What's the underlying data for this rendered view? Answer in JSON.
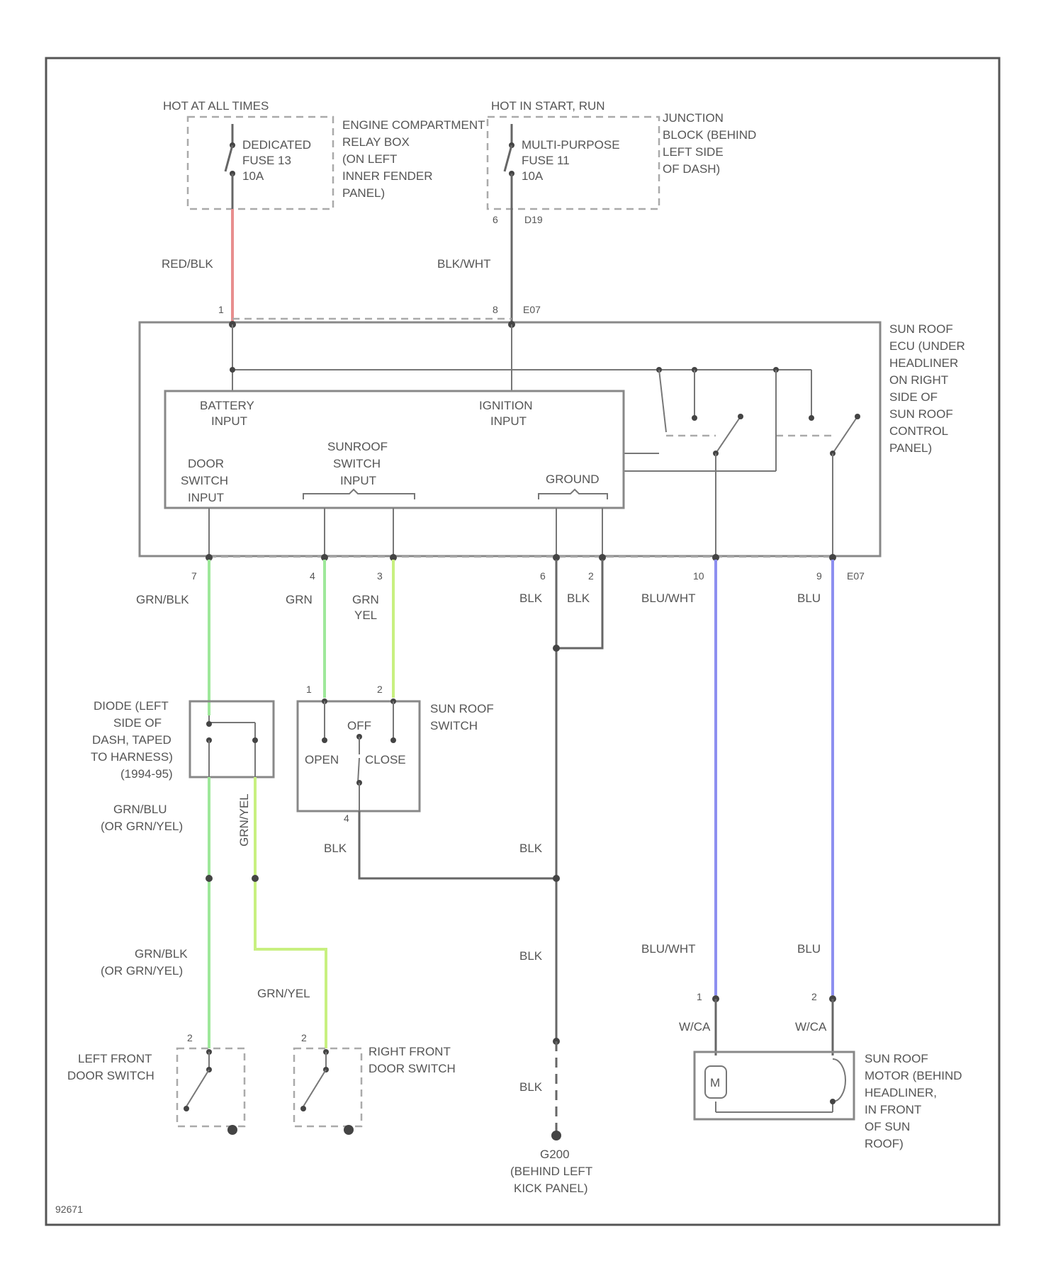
{
  "fuse_blocks": {
    "hot_at_all_times": "HOT AT ALL TIMES",
    "hot_in_start_run": "HOT IN START, RUN",
    "dedicated_fuse": [
      "DEDICATED",
      "FUSE 13",
      "10A"
    ],
    "multi_purpose_fuse": [
      "MULTI-PURPOSE",
      "FUSE 11",
      "10A"
    ],
    "engine_compartment_relay_box": [
      "ENGINE COMPARTMENT",
      "RELAY BOX",
      "(ON LEFT",
      "INNER FENDER",
      "PANEL)"
    ],
    "junction_block": [
      "JUNCTION",
      "BLOCK (BEHIND",
      "LEFT SIDE",
      "OF DASH)"
    ],
    "connector_d19": "D19",
    "pin_6": "6"
  },
  "top_wires": {
    "red_blk": "RED/BLK",
    "blk_wht": "BLK/WHT"
  },
  "ecu": {
    "pin_top_left": "1",
    "pin_top_right": "8",
    "connector_top": "E07",
    "label": [
      "SUN ROOF",
      "ECU (UNDER",
      "HEADLINER",
      "ON RIGHT",
      "SIDE OF",
      "SUN ROOF",
      "CONTROL",
      "PANEL)"
    ],
    "battery_input": [
      "BATTERY",
      "INPUT"
    ],
    "ignition_input": [
      "IGNITION",
      "INPUT"
    ],
    "door_switch_input": [
      "DOOR",
      "SWITCH",
      "INPUT"
    ],
    "sunroof_switch_input": [
      "SUNROOF",
      "SWITCH",
      "INPUT"
    ],
    "ground": "GROUND",
    "bottom_pins": [
      "7",
      "4",
      "3",
      "6",
      "2",
      "10",
      "9"
    ],
    "connector_bottom": "E07"
  },
  "mid_wires": {
    "grn_blk": "GRN/BLK",
    "grn": "GRN",
    "grn_yel": [
      "GRN",
      "YEL"
    ],
    "blk_1": "BLK",
    "blk_2": "BLK",
    "blu_wht": "BLU/WHT",
    "blu": "BLU"
  },
  "diode": {
    "label": [
      "DIODE (LEFT",
      "SIDE OF",
      "DASH, TAPED",
      "TO HARNESS)",
      "(1994-95)"
    ]
  },
  "sunroof_switch": {
    "label": [
      "SUN ROOF",
      "SWITCH"
    ],
    "pin_1": "1",
    "pin_2": "2",
    "pin_4": "4",
    "off": "OFF",
    "open": "OPEN",
    "close": "CLOSE"
  },
  "lower_wires": {
    "grn_blu_or": [
      "GRN/BLU",
      "(OR GRN/YEL)"
    ],
    "grn_yel_vertical": "GRN/YEL",
    "blk_switch": "BLK",
    "blk_center_1": "BLK",
    "grn_blk_or": [
      "GRN/BLK",
      "(OR GRN/YEL)"
    ],
    "grn_yel": "GRN/YEL",
    "blk_center_2": "BLK",
    "blk_center_3": "BLK",
    "blu_wht_lower": "BLU/WHT",
    "blu_lower": "BLU"
  },
  "door_switches": {
    "left_front": [
      "LEFT FRONT",
      "DOOR SWITCH"
    ],
    "right_front": [
      "RIGHT FRONT",
      "DOOR SWITCH"
    ],
    "pin_left": "2",
    "pin_right": "2"
  },
  "ground_point": {
    "label": [
      "G200",
      "(BEHIND LEFT",
      "KICK PANEL)"
    ]
  },
  "motor": {
    "pin_1": "1",
    "pin_2": "2",
    "wire_1": "W/CA",
    "wire_2": "W/CA",
    "symbol": "M",
    "label": [
      "SUN ROOF",
      "MOTOR (BEHIND",
      "HEADLINER,",
      "IN FRONT",
      "OF SUN",
      "ROOF)"
    ]
  },
  "footer_id": "92671"
}
